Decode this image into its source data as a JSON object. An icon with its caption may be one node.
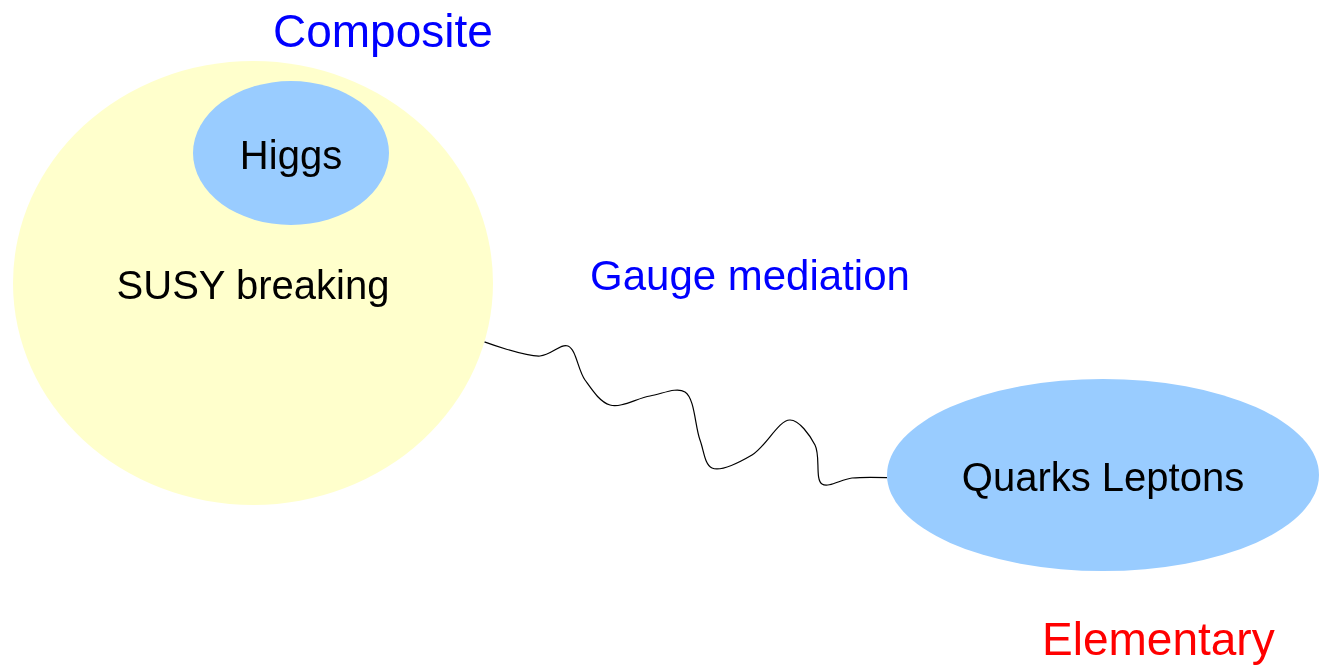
{
  "diagram": {
    "nodes": [
      {
        "text": [
          "SUSY breaking"
        ]
      },
      {
        "text": [
          "Higgs"
        ],
        "in": 0
      },
      {
        "text": [
          "Quarks Leptons"
        ]
      }
    ],
    "edges": [
      {
        "from": 0,
        "to": 2,
        "arrow": "none",
        "label": "Gauge mediation"
      }
    ],
    "labels": [
      "Composite",
      "Elementary"
    ]
  }
}
